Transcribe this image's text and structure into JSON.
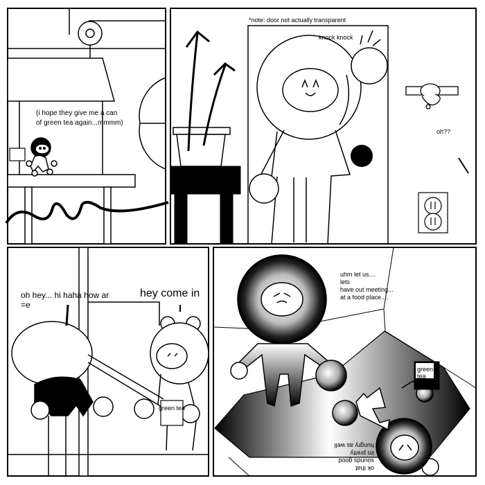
{
  "panels": {
    "panel_1": {
      "caption_line_1": "(i hope they give me a can",
      "caption_line_2": "of green tea again...mmmm)"
    },
    "panel_2": {
      "note": "*note: door not actually transparent",
      "sound_effect": "knock knock",
      "reaction": "oh??"
    },
    "panel_3": {
      "speech_left_line_1": "oh hey... hi haha how ar",
      "speech_left_line_2": "=e",
      "speech_right": "hey come in",
      "can_label": "green tea"
    },
    "panel_4": {
      "speech_line_1": "uhm let us....",
      "speech_line_2": "lets",
      "speech_line_3": "have out meeting...",
      "speech_line_4": "at a food place....",
      "upside_down_line_1": "ok that",
      "upside_down_line_2": "sounds good",
      "upside_down_line_3": "im pretty",
      "upside_down_line_4": "hungry as well",
      "can_label_line_1": "green",
      "can_label_line_2": "tea"
    }
  },
  "colors": {
    "ink": "#000000",
    "paper": "#ffffff"
  }
}
